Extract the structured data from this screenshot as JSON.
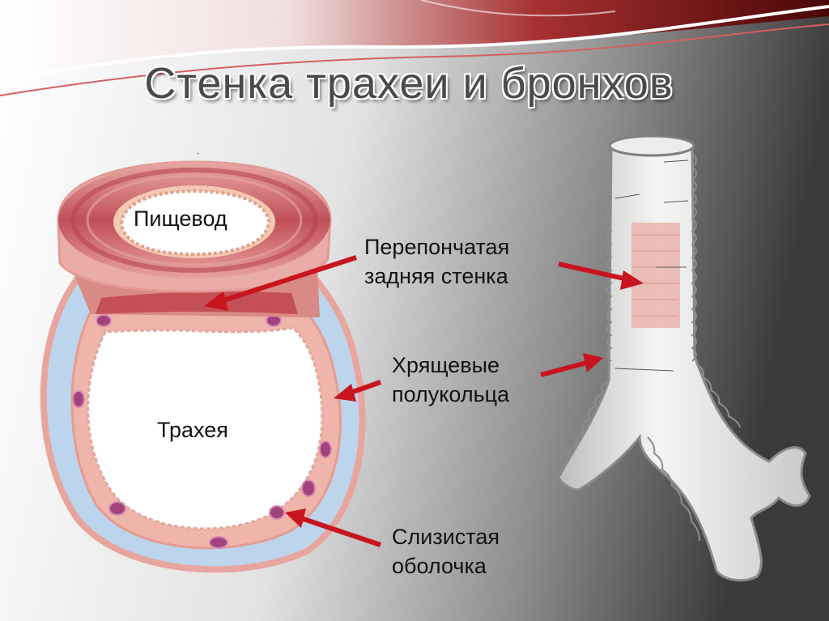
{
  "slide": {
    "title": "Стенка трахеи и бронхов",
    "colors": {
      "accent_red": "#c8141e",
      "banner_dark": "#5a0a0a",
      "ring_cartilage": "#b9d3ea",
      "muscle": "#c95a5f",
      "mucosa_dots": "#a0407a"
    }
  },
  "labels": {
    "esophagus": "Пищевод",
    "trachea": "Трахея",
    "membranous_wall": {
      "line1": "Перепончатая",
      "line2": "задняя стенка"
    },
    "cartilage": {
      "line1": "Хрящевые",
      "line2": "полукольца"
    },
    "mucosa": {
      "line1": "Слизистая",
      "line2": "оболочка"
    }
  },
  "icons": {
    "cross_section": "trachea-cross-section-illustration",
    "bronchi": "trachea-bronchi-illustration",
    "arrows": "red-pointer-arrow"
  }
}
